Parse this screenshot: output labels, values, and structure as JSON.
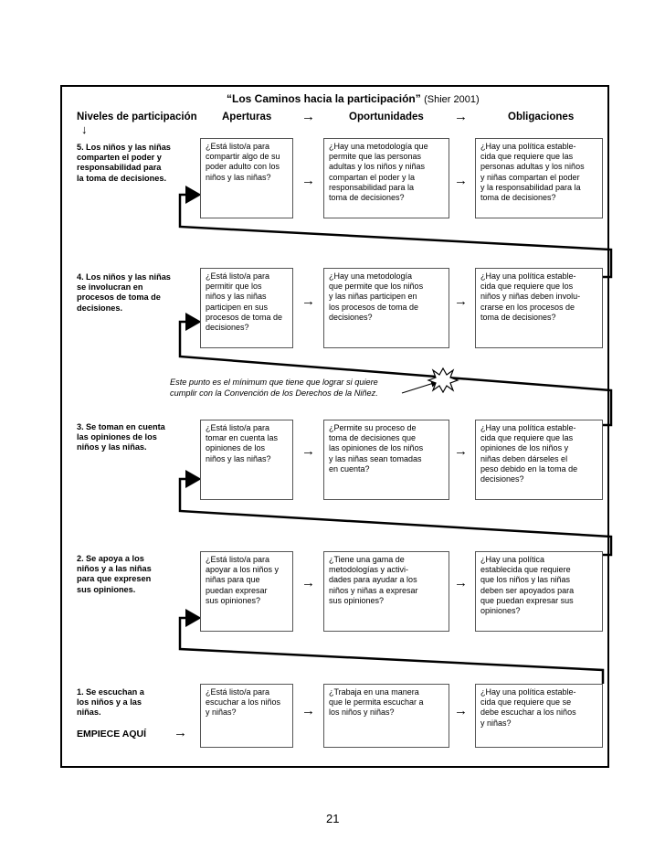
{
  "title": {
    "main": "“Los Caminos hacia la participación”",
    "sub": "(Shier 2001)"
  },
  "headers": {
    "levels": "Niveles de participación",
    "openings": "Aperturas",
    "opportunities": "Oportunidades",
    "obligations": "Obligaciones"
  },
  "icons": {
    "arrow": "→",
    "down_arrow": "↓"
  },
  "levels": [
    {
      "number": "5.",
      "text": "Los niños y las niñas\ncomparten el poder y\nresponsabilidad para\nla toma de decisiones.",
      "openings": "¿Está listo/a para\ncompartir algo de su\npoder adulto con los\nniños y las niñas?",
      "opportunities": "¿Hay una metodología que\npermite que las personas\nadultas y los niños y niñas\ncompartan el poder y la\nresponsabilidad para la\ntoma de decisiones?",
      "obligations": "¿Hay una política estable-\ncida que requiere que las\npersonas adultas y los niños\ny niñas compartan el poder\ny la responsabilidad para la\ntoma de decisiones?"
    },
    {
      "number": "4.",
      "text": "Los niños y las niñas\nse involucran en\nprocesos de toma de\ndecisiones.",
      "openings": "¿Está listo/a para\npermitir que los\nniños y las niñas\nparticipen en sus\nprocesos de toma de\ndecisiones?",
      "opportunities": "¿Hay una metodología\nque permite que los niños\ny las niñas participen en\nlos procesos de toma de\ndecisiones?",
      "obligations": "¿Hay una política estable-\ncida que requiere que los\nniños y niñas deben involu-\ncrarse en los procesos de\ntoma de decisiones?"
    },
    {
      "number": "3.",
      "text": "Se toman en cuenta\nlas opiniones de los\nniños y las niñas.",
      "openings": "¿Está listo/a para\ntomar en cuenta las\nopiniones de los\nniños y las niñas?",
      "opportunities": "¿Permite su proceso de\ntoma de decisiones que\nlas opiniones de los niños\ny las niñas sean tomadas\nen cuenta?",
      "obligations": "¿Hay una política estable-\ncida que requiere que las\nopiniones de los niños y\nniñas deben dárseles el\npeso debido en la toma de\ndecisiones?"
    },
    {
      "number": "2.",
      "text": "Se apoya a los\nniños y a las niñas\npara que expresen\nsus opiniones.",
      "openings": "¿Está listo/a para\napoyar a los niños y\nniñas para que\npuedan expresar\nsus opiniones?",
      "opportunities": "¿Tiene una gama de\nmetodologías y activi-\ndades para ayudar a los\nniños y niñas a expresar\nsus opiniones?",
      "obligations": "¿Hay una política\nestablecida que requiere\nque los niños y las niñas\ndeben ser apoyados para\nque puedan expresar sus\nopiniones?"
    },
    {
      "number": "1.",
      "text": "Se escuchan a\nlos niños y a las\nniñas.",
      "openings": "¿Está listo/a para\nescuchar a los niños\ny niñas?",
      "opportunities": "¿Trabaja en una manera\nque le permita escuchar a\nlos niños y niñas?",
      "obligations": "¿Hay una política estable-\ncida que requiere que se\ndebe escuchar a los niños\ny niñas?"
    }
  ],
  "start_label": "EMPIECE AQUÍ",
  "note": "Este punto es el mínimum que tiene que lograr si quiere\ncumplir con la Convención de los Derechos de la Niñez.",
  "page_number": "21"
}
